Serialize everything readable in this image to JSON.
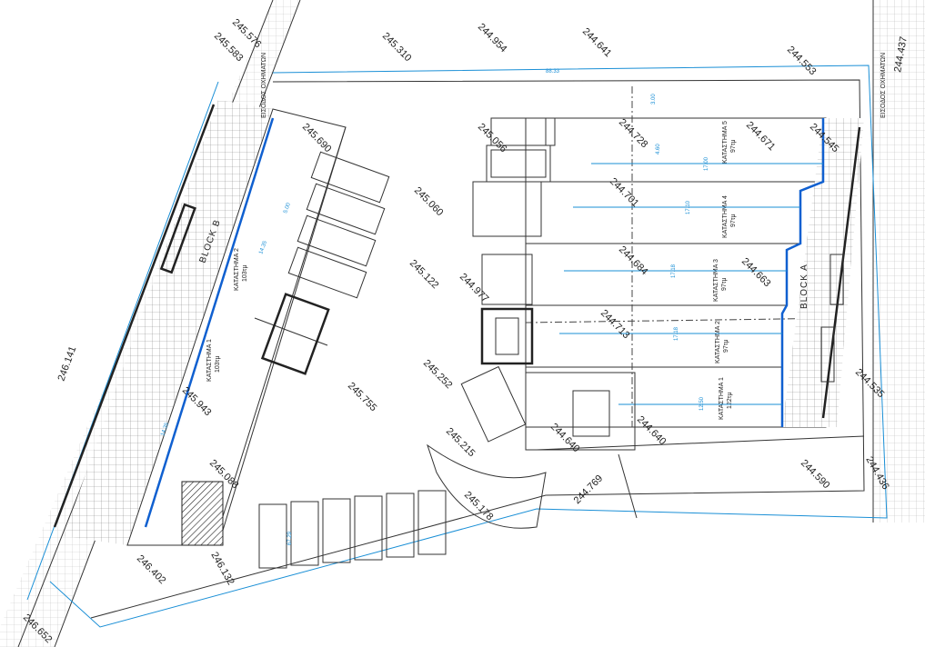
{
  "drawing": {
    "blocks": {
      "a": "BLOCK A",
      "b": "BLOCK B"
    },
    "shops_a": [
      {
        "name": "ΚΑΤΑΣΤΗΜΑ 5",
        "area": "97τμ"
      },
      {
        "name": "ΚΑΤΑΣΤΗΜΑ 4",
        "area": "97τμ"
      },
      {
        "name": "ΚΑΤΑΣΤΗΜΑ 3",
        "area": "97τμ"
      },
      {
        "name": "ΚΑΤΑΣΤΗΜΑ 2",
        "area": "97τμ"
      },
      {
        "name": "ΚΑΤΑΣΤΗΜΑ 1",
        "area": "122τμ"
      }
    ],
    "shops_b": [
      {
        "name": "ΚΑΤΑΣΤΗΜΑ 2",
        "area": "103τμ"
      },
      {
        "name": "ΚΑΤΑΣΤΗΜΑ 1",
        "area": "103τμ"
      }
    ],
    "entrance_labels": [
      "ΕΙΣΟΔΟΣ ΟΧΗΜΑΤΩΝ",
      "ΕΙΣΟΔΟΣ ΟΧΗΜΑΤΩΝ"
    ],
    "dimensions": [
      "17.00",
      "17.10",
      "17.18",
      "17.18",
      "12.50",
      "4.60",
      "14.35",
      "14.35",
      "5.00",
      "88.33",
      "67.29",
      "3.00"
    ],
    "levels": [
      "245.583",
      "245.576",
      "245.310",
      "244.954",
      "244.641",
      "244.553",
      "244.437",
      "245.690",
      "245.056",
      "245.060",
      "245.122",
      "244.977",
      "245.943",
      "245.755",
      "245.252",
      "245.088",
      "245.215",
      "245.178",
      "244.728",
      "244.701",
      "244.671",
      "244.545",
      "244.684",
      "244.663",
      "244.713",
      "244.640",
      "244.640",
      "244.535",
      "244.436",
      "244.590",
      "244.769",
      "246.402",
      "246.132",
      "246.652",
      "246.141"
    ]
  }
}
